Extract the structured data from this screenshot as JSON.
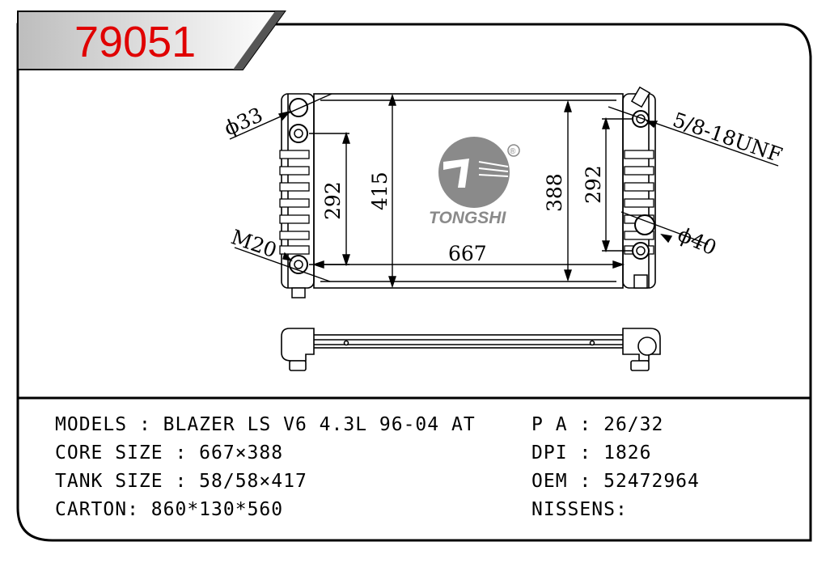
{
  "part_number": "79051",
  "brand": {
    "name": "TONGSHI",
    "registered_mark": "®"
  },
  "drawing": {
    "dim_height_left": "292",
    "dim_total_height": "415",
    "dim_core_height": "388",
    "dim_height_right": "292",
    "dim_core_width": "667",
    "label_inlet": "ϕ33",
    "label_drain": "M20",
    "label_thread": "5/8-18UNF",
    "label_outlet": "ϕ40"
  },
  "specs": {
    "models_label": "MODELS",
    "models_value": "BLAZER LS V6 4.3L 96-04 AT",
    "core_label": "CORE SIZE",
    "core_value": "667×388",
    "tank_label": "TANK SIZE",
    "tank_value": "58/58×417",
    "carton_label": "CARTON",
    "carton_value": "860*130*560",
    "pa_label": "P A",
    "pa_value": "26/32",
    "dpi_label": "DPI",
    "dpi_value": "1826",
    "oem_label": "OEM",
    "oem_value": "52472964",
    "nissens_label": "NISSENS",
    "nissens_value": ""
  },
  "colors": {
    "part_number": "#e00000",
    "logo_gray": "#8a8a8a",
    "tab_gray": "#cfcfcf",
    "line": "#000000"
  }
}
